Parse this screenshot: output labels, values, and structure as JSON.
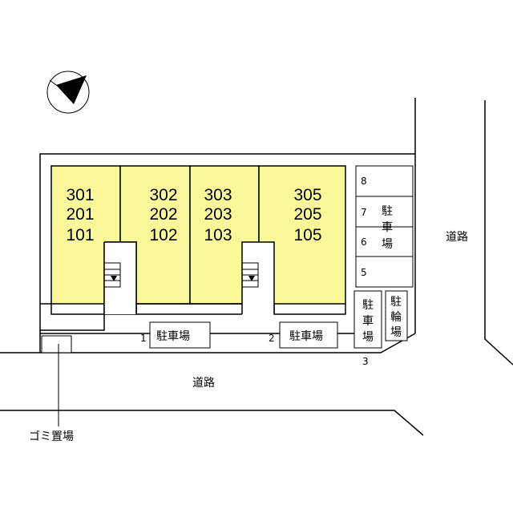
{
  "units": [
    {
      "floors": [
        "301",
        "201",
        "101"
      ]
    },
    {
      "floors": [
        "302",
        "202",
        "102"
      ]
    },
    {
      "floors": [
        "303",
        "203",
        "103"
      ]
    },
    {
      "floors": [
        "305",
        "205",
        "105"
      ]
    }
  ],
  "parking": {
    "spot1_number": "1",
    "spot1_label": "駐車場",
    "spot2_number": "2",
    "spot2_label": "駐車場",
    "spot3_number": "3",
    "spot3_label": [
      "駐",
      "車",
      "場"
    ],
    "right_spots": [
      "8",
      "7",
      "6",
      "5"
    ],
    "right_label": [
      "駐",
      "車",
      "場"
    ]
  },
  "bike_parking": [
    "駐",
    "輪",
    "場"
  ],
  "road_bottom": "道路",
  "road_right": "道路",
  "garbage": "ゴミ置場",
  "compass": "north-arrow"
}
